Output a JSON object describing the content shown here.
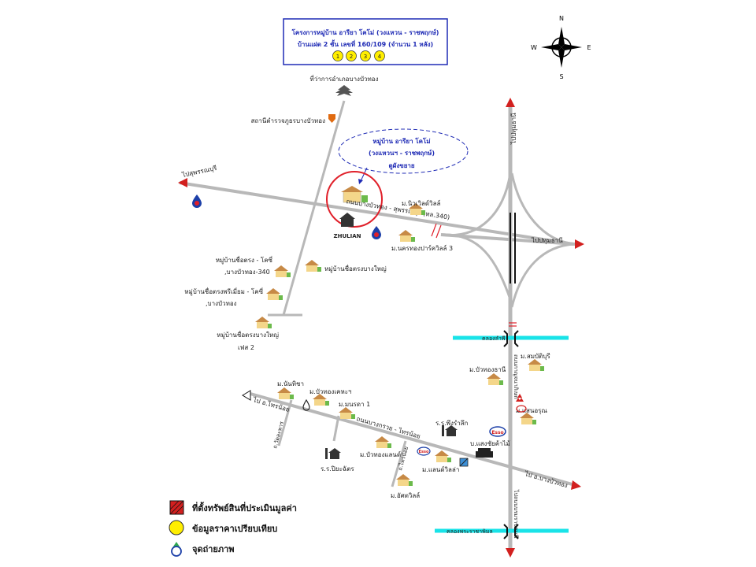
{
  "title_box": {
    "line1": "โครงการหมู่บ้าน อารียา โคโม่ (วงแหวน - ราชพฤกษ์)",
    "line2": "บ้านแฝด 2 ชั้น เลขที่ 160/109 (จำนวน 1 หลัง)",
    "markers": [
      "1",
      "2",
      "3",
      "4"
    ]
  },
  "compass": {
    "n": "N",
    "s": "S",
    "e": "E",
    "w": "W"
  },
  "subject": {
    "ellipse_line1": "หมู่บ้าน อารียา โคโม่",
    "ellipse_line2": "(วงแหวนฯ - ราชพฤกษ์)",
    "ellipse_line3": "ดูผังขยาย"
  },
  "labels": {
    "district_office": "ที่ว่าการอำเภอบางบัวทอง",
    "police": "สถานีตำรวจภูธรบางบัวทอง",
    "to_suphanburi": "ไปสุพรรณบุรี",
    "to_pathum_n": "ไปปทุมธานี",
    "to_pathum_e": "ไปปทุมธานี",
    "road_main": "ถนนบางบัวทอง - สุพรรณบุรี (ทล.340)",
    "new_villa": "ม.นิวเวิลด์วิลล์",
    "nakhon_park": "ม.นครทองปาร์ควิลล์ 3",
    "zhulian": "ZHULIAN",
    "chuetrong_kochi_1": "หมู่บ้านชื่อตรง - โคซี่",
    "chuetrong_kochi_2": ",บางบัวทอง-340",
    "chuetrong_bangyai": "หมู่บ้านชื่อตรงบางใหญ่",
    "premium_1": "หมู่บ้านชื่อตรงพรีเมี่ยม - โคซี่",
    "premium_2": ",บางบัวทอง",
    "phase2_1": "หมู่บ้านชื่อตรงบางใหญ่",
    "phase2_2": "เฟส 2",
    "khlong_lamphi": "คลองลำพี",
    "sombatburi": "ม.สมบัติบุรี",
    "buathong_thani": "ม.บัวทองธานี",
    "saenorum": "ม.แสนอรุณ",
    "nanthicha": "ม.นันทิชา",
    "buathong_kheha": "ม.บัวทองเคหะฯ",
    "manorot": "ม.มนรดา 1",
    "road_krai": "ถนนบางกรวย - ไทรน้อย",
    "to_sainoi": "ไป อ.ไทรน้อย",
    "road_wat_laharn": "ถ.วัดละหาร",
    "sai_noi_road": "ถ.ไทรน้อย",
    "to_bangbuathong": "ไป อ.บางบัวทอง",
    "pungrarok_school": "ร.ร.พึงรำลึก",
    "buathong_land": "ม.บัวทองแลนด์",
    "saengcharoen": "บ.แสงชัยค้าไม้",
    "landville": "ม.แลนด์วิลล่า",
    "piyachat_school": "ร.ร.ปิยะฉัตร",
    "setthawill": "ม.อัศตวิลล์",
    "khlong_ratchaphimuk": "คลองพระราชาพิมล",
    "road_kanchanaphisek": "ถนนกาญจนาภิเษก",
    "road_to_pathum_lower": "ไปถนนบรมราชชนนี",
    "esso1": "Esso",
    "esso2": "Esso"
  },
  "legend": [
    {
      "text": "ที่ตั้งทรัพย์สินที่ประเมินมูลค่า",
      "icon": "red-hatched-square-icon"
    },
    {
      "text": "ข้อมูลราคาเปรียบเทียบ",
      "icon": "yellow-circle-icon"
    },
    {
      "text": "จุดถ่ายภาพ",
      "icon": "camera-viewpoint-icon"
    }
  ],
  "colors": {
    "road": "#b8b8b8",
    "canal": "#19e3e8",
    "title_border": "#1f2bb5",
    "subject_circle": "#e0202a",
    "ellipse": "#1f2bb5",
    "marker_fill": "#ffee00",
    "arrow": "#d2201f"
  }
}
